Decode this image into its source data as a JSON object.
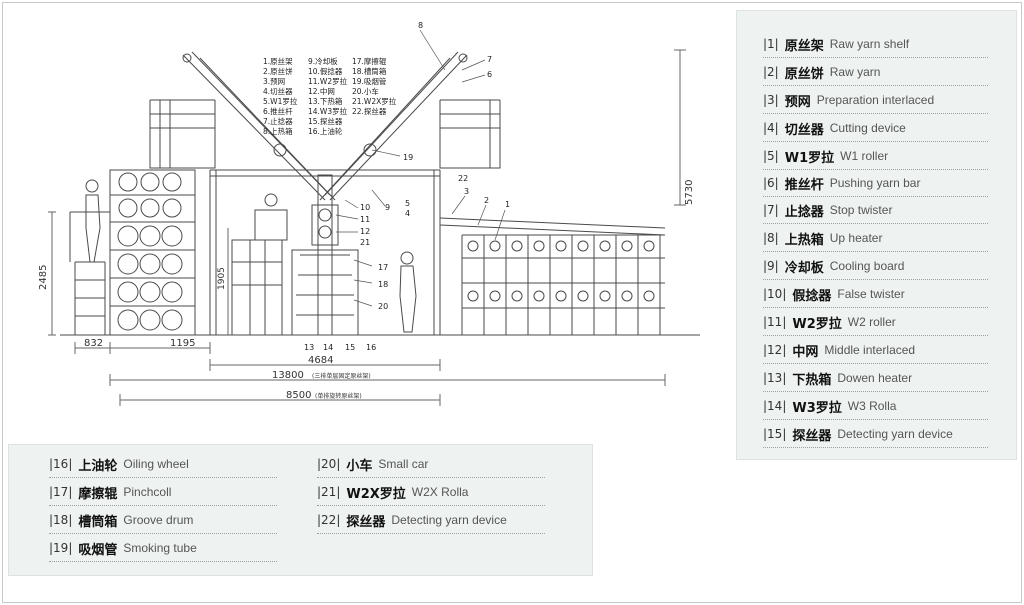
{
  "diagram": {
    "labels_cn": [
      "1.原丝架",
      "2.原丝饼",
      "3.预网",
      "4.切丝器",
      "5.W1罗拉",
      "6.推丝杆",
      "7.止捻器",
      "8.上热箱",
      "9.冷却板",
      "10.假捻器",
      "11.W2罗拉",
      "12.中网",
      "13.下热箱",
      "14.W3罗拉",
      "15.探丝器",
      "16.上油轮",
      "17.摩擦辊",
      "18.槽筒箱",
      "19.吸烟管",
      "20.小车",
      "21.W2X罗拉",
      "22.探丝器"
    ],
    "callouts": [
      "1",
      "2",
      "3",
      "4",
      "5",
      "6",
      "7",
      "8",
      "9",
      "10",
      "11",
      "12",
      "13",
      "14",
      "15",
      "16",
      "17",
      "18",
      "19",
      "20",
      "21",
      "22"
    ],
    "dimensions": {
      "d2485": "2485",
      "d832": "832",
      "d1195": "1195",
      "d1905": "1905",
      "d4684": "4684",
      "d5730": "5730",
      "d13800": "13800",
      "d13800_note": "(三排单层固定原丝架)",
      "d8500": "8500",
      "d8500_note": "(单排旋转原丝架)"
    }
  },
  "legend_right": [
    {
      "num": "|1|",
      "cn": "原丝架",
      "en": "Raw yarn shelf"
    },
    {
      "num": "|2|",
      "cn": "原丝饼",
      "en": "Raw yarn"
    },
    {
      "num": "|3|",
      "cn": "预网",
      "en": "Preparation interlaced"
    },
    {
      "num": "|4|",
      "cn": "切丝器",
      "en": "Cutting device"
    },
    {
      "num": "|5|",
      "cn": "W1罗拉",
      "en": "W1 roller"
    },
    {
      "num": "|6|",
      "cn": "推丝杆",
      "en": "Pushing yarn bar"
    },
    {
      "num": "|7|",
      "cn": "止捻器",
      "en": "Stop twister"
    },
    {
      "num": "|8|",
      "cn": "上热箱",
      "en": "Up heater"
    },
    {
      "num": "|9|",
      "cn": "冷却板",
      "en": "Cooling board"
    },
    {
      "num": "|10|",
      "cn": "假捻器",
      "en": "False twister"
    },
    {
      "num": "|11|",
      "cn": "W2罗拉",
      "en": "W2 roller"
    },
    {
      "num": "|12|",
      "cn": "中网",
      "en": "Middle interlaced"
    },
    {
      "num": "|13|",
      "cn": "下热箱",
      "en": "Dowen heater"
    },
    {
      "num": "|14|",
      "cn": "W3罗拉",
      "en": "W3 Rolla"
    },
    {
      "num": "|15|",
      "cn": "探丝器",
      "en": "Detecting yarn device"
    }
  ],
  "legend_bottom_left": [
    {
      "num": "|16|",
      "cn": "上油轮",
      "en": "Oiling wheel"
    },
    {
      "num": "|17|",
      "cn": "摩擦辊",
      "en": "Pinchcoll"
    },
    {
      "num": "|18|",
      "cn": "槽筒箱",
      "en": "Groove drum"
    },
    {
      "num": "|19|",
      "cn": "吸烟管",
      "en": "Smoking tube"
    }
  ],
  "legend_bottom_right": [
    {
      "num": "|20|",
      "cn": "小车",
      "en": "Small car"
    },
    {
      "num": "|21|",
      "cn": "W2X罗拉",
      "en": "W2X Rolla"
    },
    {
      "num": "|22|",
      "cn": "探丝器",
      "en": "Detecting yarn device"
    }
  ],
  "colors": {
    "panel_bg": "#eef2f1",
    "line": "#444444",
    "text": "#111111",
    "muted": "#555555"
  }
}
